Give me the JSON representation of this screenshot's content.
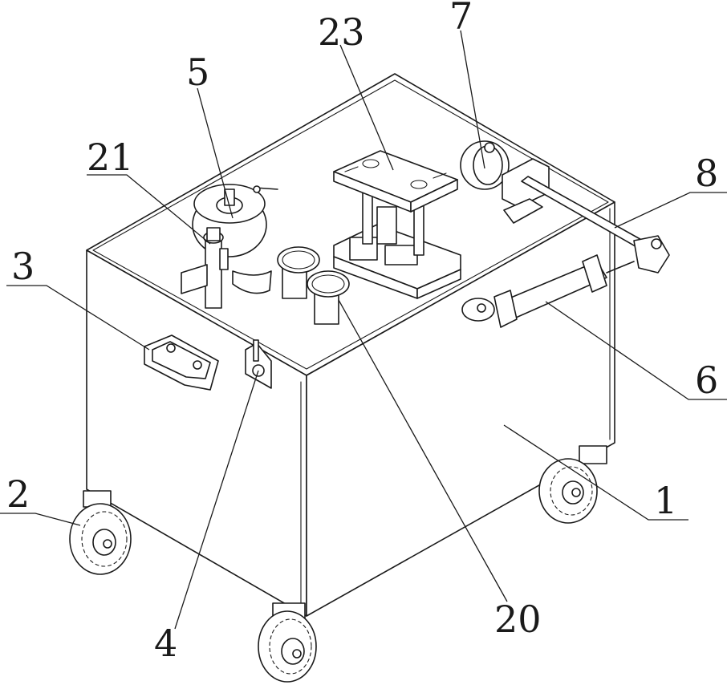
{
  "callouts": [
    {
      "id": "1",
      "text": "1"
    },
    {
      "id": "2",
      "text": "2"
    },
    {
      "id": "3",
      "text": "3"
    },
    {
      "id": "4",
      "text": "4"
    },
    {
      "id": "5",
      "text": "5"
    },
    {
      "id": "6",
      "text": "6"
    },
    {
      "id": "7",
      "text": "7"
    },
    {
      "id": "8",
      "text": "8"
    },
    {
      "id": "20",
      "text": "20"
    },
    {
      "id": "21",
      "text": "21"
    },
    {
      "id": "23",
      "text": "23"
    }
  ]
}
